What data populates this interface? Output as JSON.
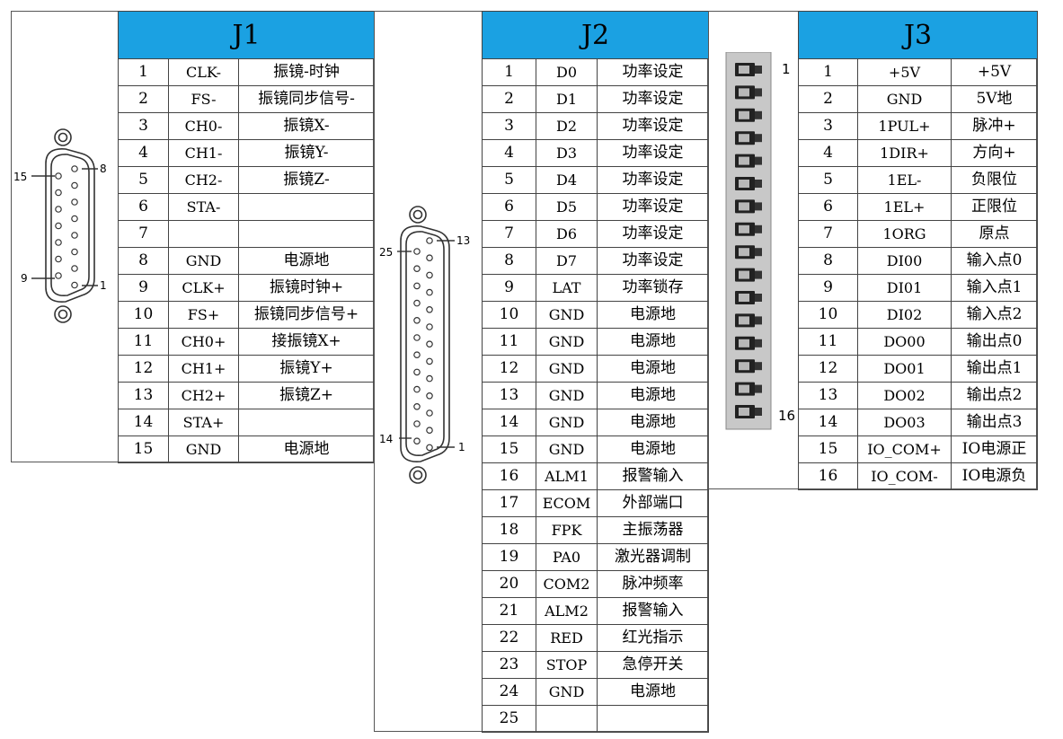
{
  "j1": {
    "title": "J1",
    "pin_labels": {
      "top_left": "15",
      "top_right": "8",
      "bottom_left": "9",
      "bottom_right": "1"
    },
    "rows": [
      [
        "1",
        "CLK-",
        "振镜-时钟"
      ],
      [
        "2",
        "FS-",
        "振镜同步信号-"
      ],
      [
        "3",
        "CH0-",
        "振镜X-"
      ],
      [
        "4",
        "CH1-",
        "振镜Y-"
      ],
      [
        "5",
        "CH2-",
        "振镜Z-"
      ],
      [
        "6",
        "STA-",
        ""
      ],
      [
        "7",
        "",
        ""
      ],
      [
        "8",
        "GND",
        "电源地"
      ],
      [
        "9",
        "CLK+",
        "振镜时钟+"
      ],
      [
        "10",
        "FS+",
        "振镜同步信号+"
      ],
      [
        "11",
        "CH0+",
        "接振镜X+"
      ],
      [
        "12",
        "CH1+",
        "振镜Y+"
      ],
      [
        "13",
        "CH2+",
        "振镜Z+"
      ],
      [
        "14",
        "STA+",
        ""
      ],
      [
        "15",
        "GND",
        "电源地"
      ]
    ]
  },
  "j2": {
    "title": "J2",
    "pin_labels": {
      "top_left": "25",
      "top_right": "13",
      "bottom_left": "14",
      "bottom_right": "1"
    },
    "rows": [
      [
        "1",
        "D0",
        "功率设定"
      ],
      [
        "2",
        "D1",
        "功率设定"
      ],
      [
        "3",
        "D2",
        "功率设定"
      ],
      [
        "4",
        "D3",
        "功率设定"
      ],
      [
        "5",
        "D4",
        "功率设定"
      ],
      [
        "6",
        "D5",
        "功率设定"
      ],
      [
        "7",
        "D6",
        "功率设定"
      ],
      [
        "8",
        "D7",
        "功率设定"
      ],
      [
        "9",
        "LAT",
        "功率锁存"
      ],
      [
        "10",
        "GND",
        "电源地"
      ],
      [
        "11",
        "GND",
        "电源地"
      ],
      [
        "12",
        "GND",
        "电源地"
      ],
      [
        "13",
        "GND",
        "电源地"
      ],
      [
        "14",
        "GND",
        "电源地"
      ],
      [
        "15",
        "GND",
        "电源地"
      ],
      [
        "16",
        "ALM1",
        "报警输入"
      ],
      [
        "17",
        "ECOM",
        "外部端口"
      ],
      [
        "18",
        "FPK",
        "主振荡器"
      ],
      [
        "19",
        "PA0",
        "激光器调制"
      ],
      [
        "20",
        "COM2",
        "脉冲频率"
      ],
      [
        "21",
        "ALM2",
        "报警输入"
      ],
      [
        "22",
        "RED",
        "红光指示"
      ],
      [
        "23",
        "STOP",
        "急停开关"
      ],
      [
        "24",
        "GND",
        "电源地"
      ],
      [
        "25",
        "",
        ""
      ]
    ]
  },
  "j3": {
    "title": "J3",
    "pin_labels": {
      "top": "1",
      "bottom": "16"
    },
    "rows": [
      [
        "1",
        "+5V",
        "+5V"
      ],
      [
        "2",
        "GND",
        "5V地"
      ],
      [
        "3",
        "1PUL+",
        "脉冲+"
      ],
      [
        "4",
        "1DIR+",
        "方向+"
      ],
      [
        "5",
        "1EL-",
        "负限位"
      ],
      [
        "6",
        "1EL+",
        "正限位"
      ],
      [
        "7",
        "1ORG",
        "原点"
      ],
      [
        "8",
        "DI00",
        "输入点0"
      ],
      [
        "9",
        "DI01",
        "输入点1"
      ],
      [
        "10",
        "DI02",
        "输入点2"
      ],
      [
        "11",
        "DO00",
        "输出点0"
      ],
      [
        "12",
        "DO01",
        "输出点1"
      ],
      [
        "13",
        "DO02",
        "输出点2"
      ],
      [
        "14",
        "DO03",
        "输出点3"
      ],
      [
        "15",
        "IO_COM+",
        "IO电源正"
      ],
      [
        "16",
        "IO_COM-",
        "IO电源负"
      ]
    ]
  },
  "colors": {
    "header_bg": "#1ba1e2",
    "terminal_bg": "#c8c8c8"
  }
}
